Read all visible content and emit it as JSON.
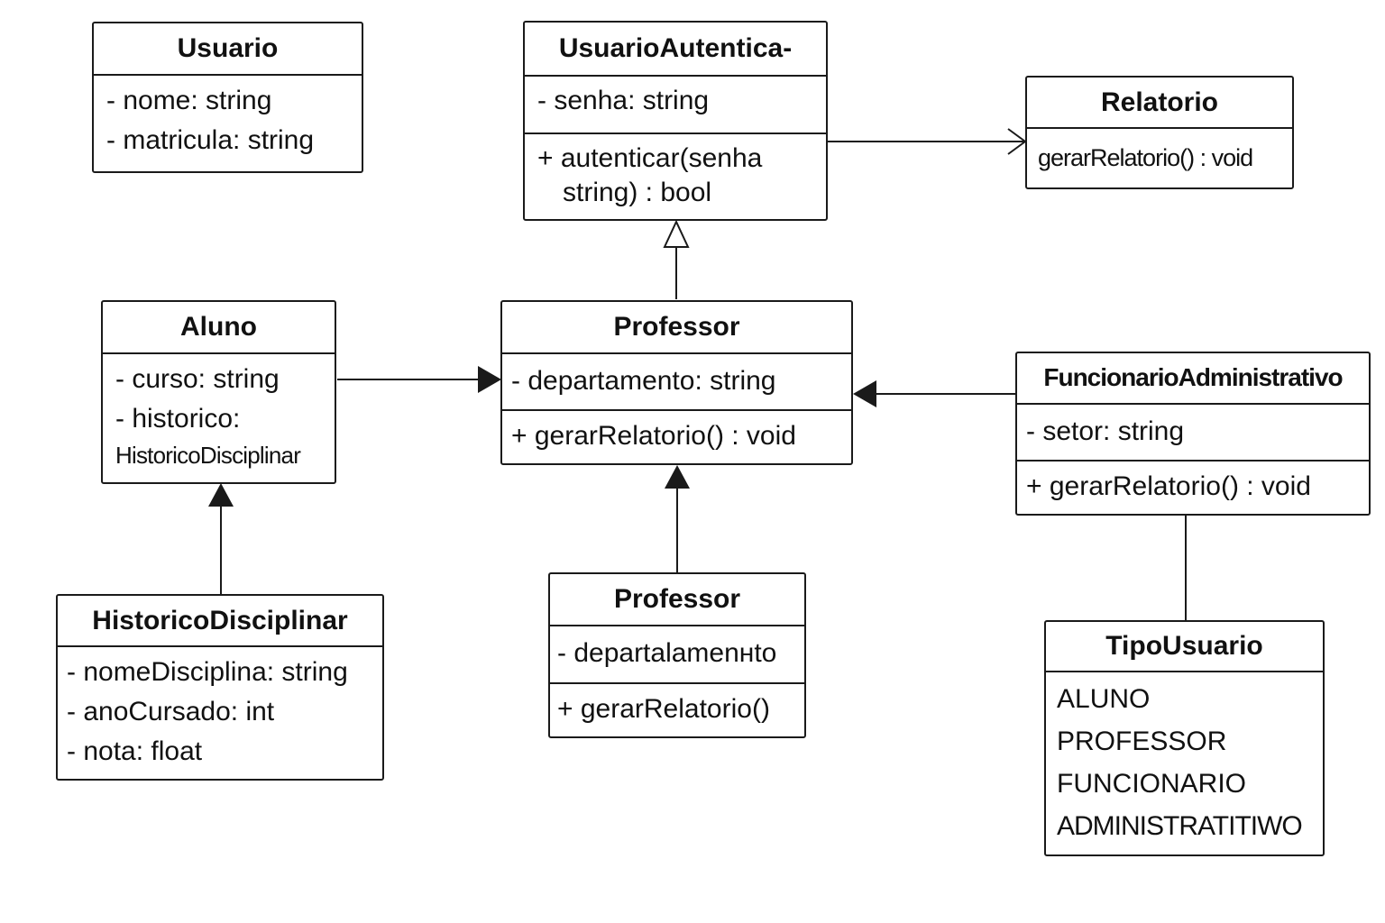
{
  "classes": {
    "usuario": {
      "name": "Usuario",
      "attributes": [
        "- nome: string",
        "- matricula: string"
      ]
    },
    "usuario_autenticavel": {
      "name": "UsuarioAutentica-",
      "attributes": [
        "- senha: string"
      ],
      "operations": [
        "+ autenticar(senha",
        "string) : bool"
      ]
    },
    "relatorio": {
      "name": "Relatorio",
      "operations": [
        "gerarRelatorio() : void"
      ]
    },
    "aluno": {
      "name": "Aluno",
      "attributes": [
        "- curso: string",
        "- historico:",
        "HistoricoDisciplinar"
      ]
    },
    "professor": {
      "name": "Professor",
      "attributes": [
        "- departamento: string"
      ],
      "operations": [
        "+ gerarRelatorio() : void"
      ]
    },
    "funcionario_administrativo": {
      "name": "FuncionarioAdministrativo",
      "attributes": [
        "- setor: string"
      ],
      "operations": [
        "+ gerarRelatorio() : void"
      ]
    },
    "historico_disciplinar": {
      "name": "HistoricoDisciplinar",
      "attributes": [
        "- nomeDisciplina: string",
        "- anoCursado: int",
        "- nota: float"
      ]
    },
    "professor_2": {
      "name": "Professor",
      "attributes": [
        "- departalamenнto"
      ],
      "operations": [
        "+ gerarRelatorio()"
      ]
    },
    "tipo_usuario": {
      "name": "TipoUsuario",
      "values": [
        "ALUNO",
        "PROFESSOR",
        "FUNCIONARIO",
        "ADMINISTRATITIWO"
      ]
    }
  },
  "relationships": [
    {
      "from": "professor",
      "to": "usuario_autenticavel",
      "kind": "generalization",
      "arrow": "hollow-triangle"
    },
    {
      "from": "usuario_autenticavel",
      "to": "relatorio",
      "kind": "association",
      "arrow": "open"
    },
    {
      "from": "aluno",
      "to": "professor",
      "kind": "association",
      "arrow": "filled-triangle"
    },
    {
      "from": "funcionario_administrativo",
      "to": "professor",
      "kind": "association",
      "arrow": "filled-triangle"
    },
    {
      "from": "historico_disciplinar",
      "to": "aluno",
      "kind": "association",
      "arrow": "filled-triangle"
    },
    {
      "from": "professor_2",
      "to": "professor",
      "kind": "association",
      "arrow": "filled-triangle"
    },
    {
      "from": "funcionario_administrativo",
      "to": "tipo_usuario",
      "kind": "association",
      "arrow": "none"
    }
  ],
  "colors": {
    "line": "#1a1a1a",
    "text": "#111111",
    "background": "#ffffff"
  }
}
